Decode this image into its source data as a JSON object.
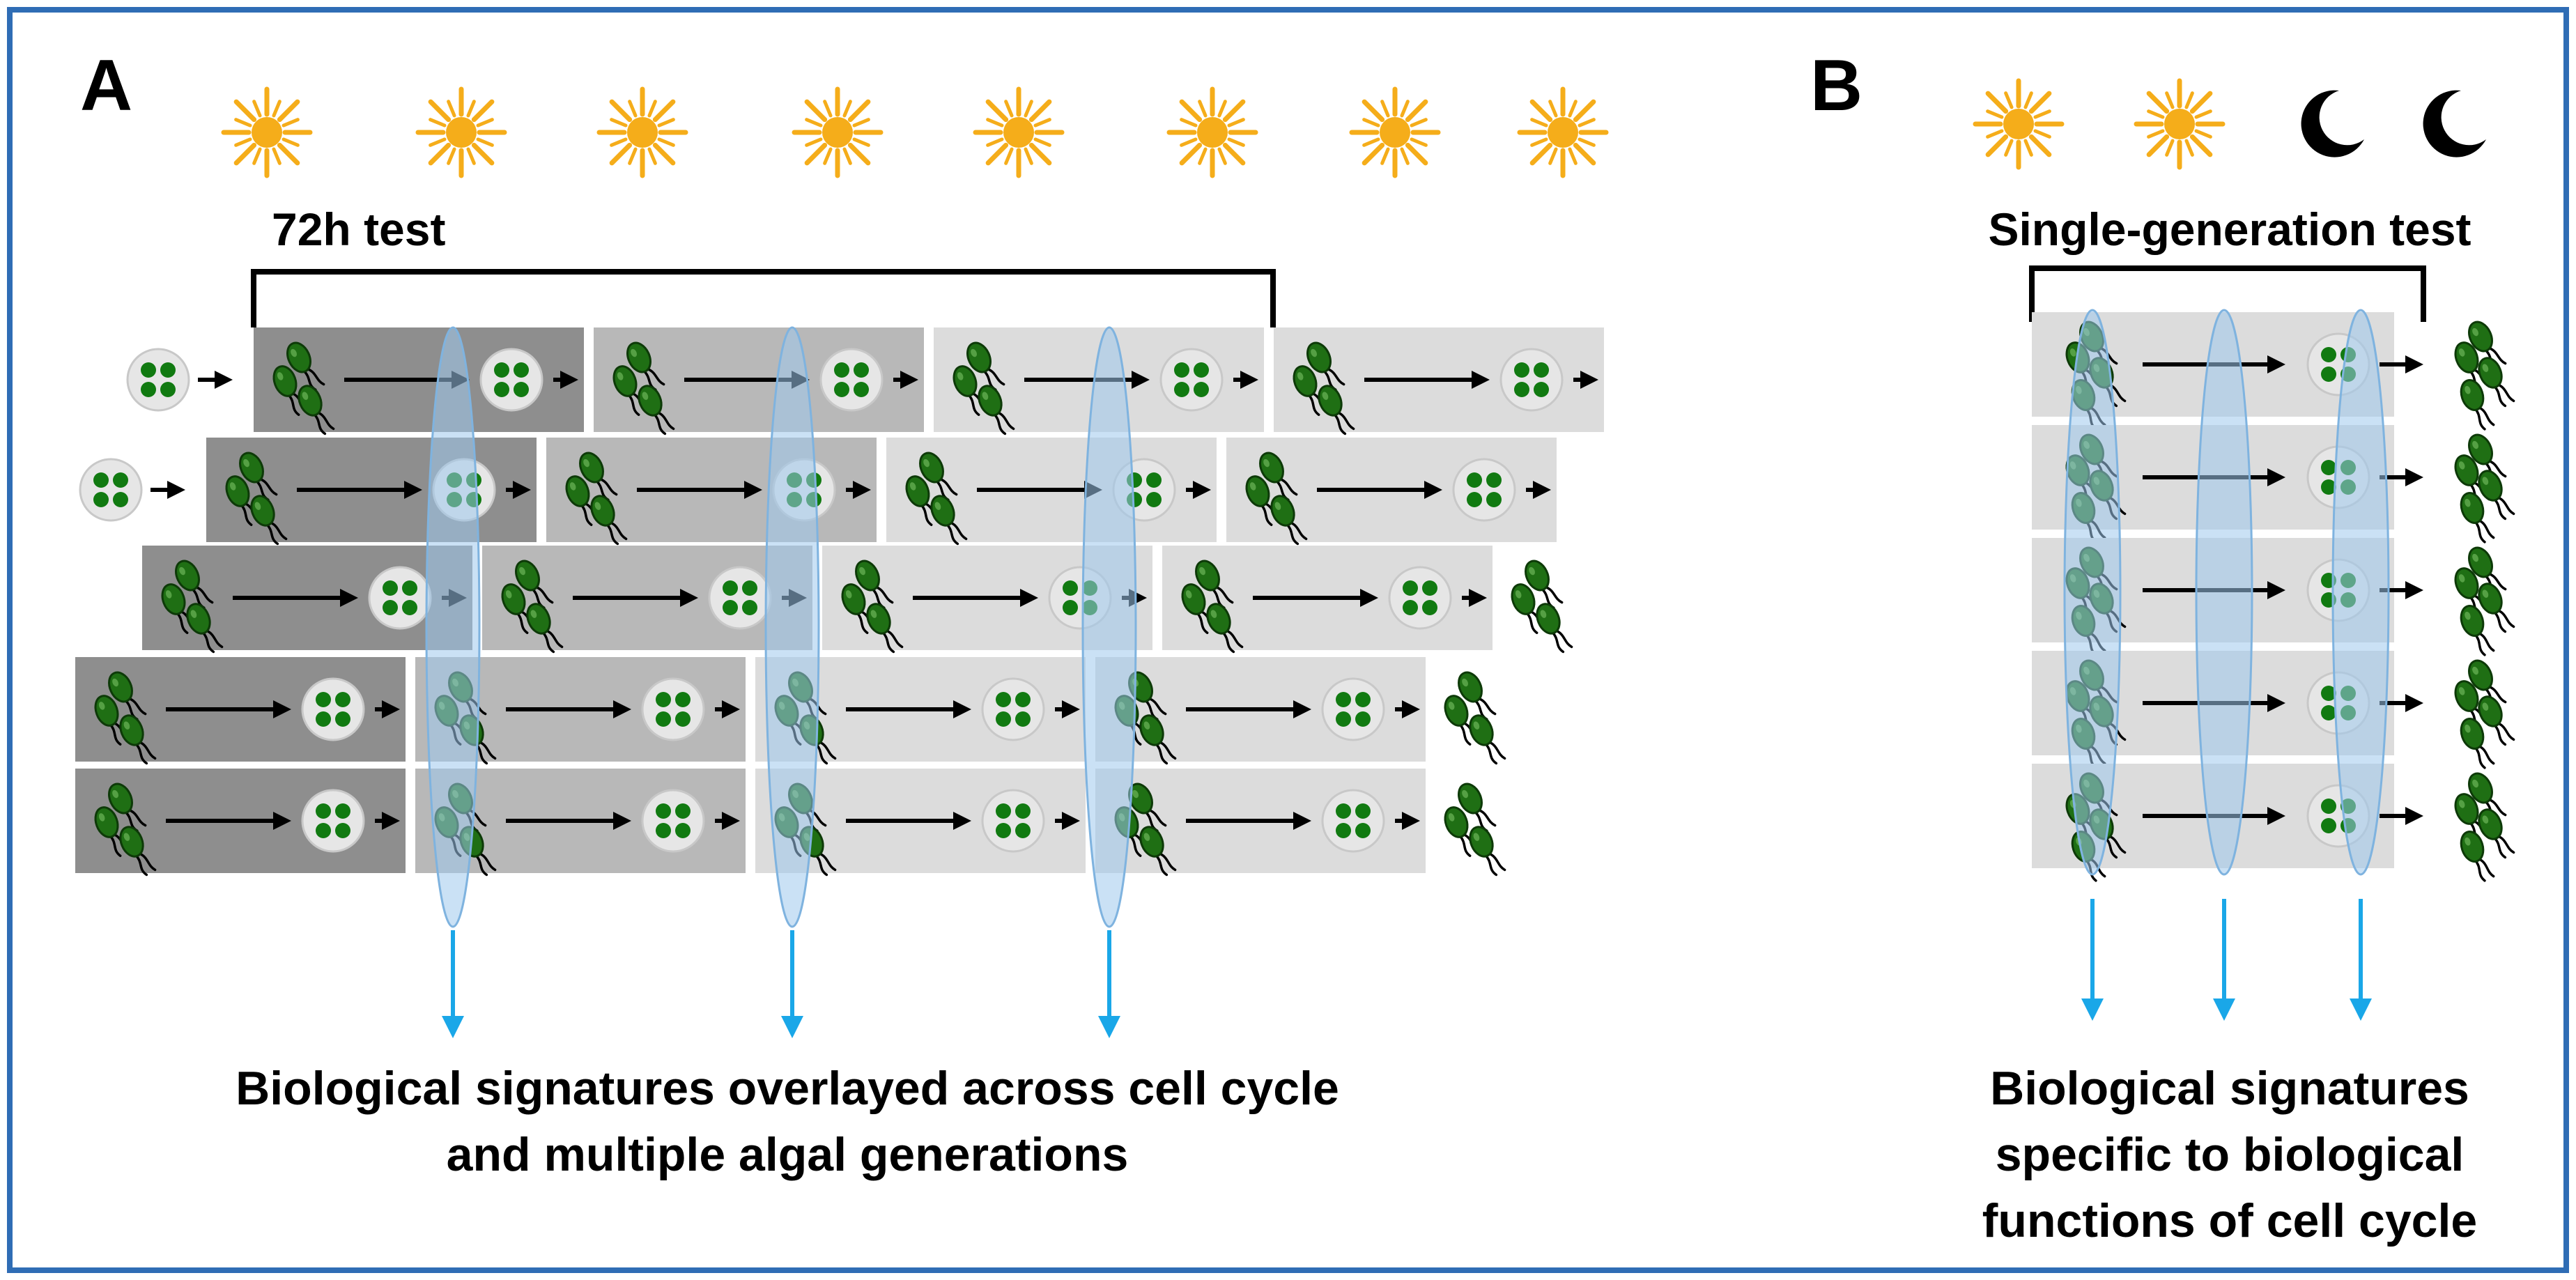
{
  "colors": {
    "frame": "#2f6db5",
    "sun": "#f5ad1a",
    "moon": "#000000",
    "cell": "#1f6f14",
    "cell_outline": "#0d3a08",
    "spore_bg": "#e6e6e6",
    "spore_dot": "#117a11",
    "row_dark": "#8e8e8e",
    "row_mid": "#b8b8b8",
    "row_light": "#dcdcdc",
    "lens": "#9ec8ec",
    "down_arrow": "#1aa7e8"
  },
  "panel_a": {
    "letter": "A",
    "sky": [
      "sun",
      "sun",
      "sun",
      "sun",
      "sun",
      "sun",
      "sun",
      "sun"
    ],
    "bracket_label": "72h test",
    "caption_line1": "Biological signatures overlayed across cell cycle",
    "caption_line2": "and multiple algal generations"
  },
  "panel_b": {
    "letter": "B",
    "sky": [
      "sun",
      "sun",
      "moon",
      "moon"
    ],
    "bracket_label": "Single-generation test",
    "caption_line1": "Biological signatures",
    "caption_line2": "specific to biological",
    "caption_line3": "functions of cell cycle"
  }
}
